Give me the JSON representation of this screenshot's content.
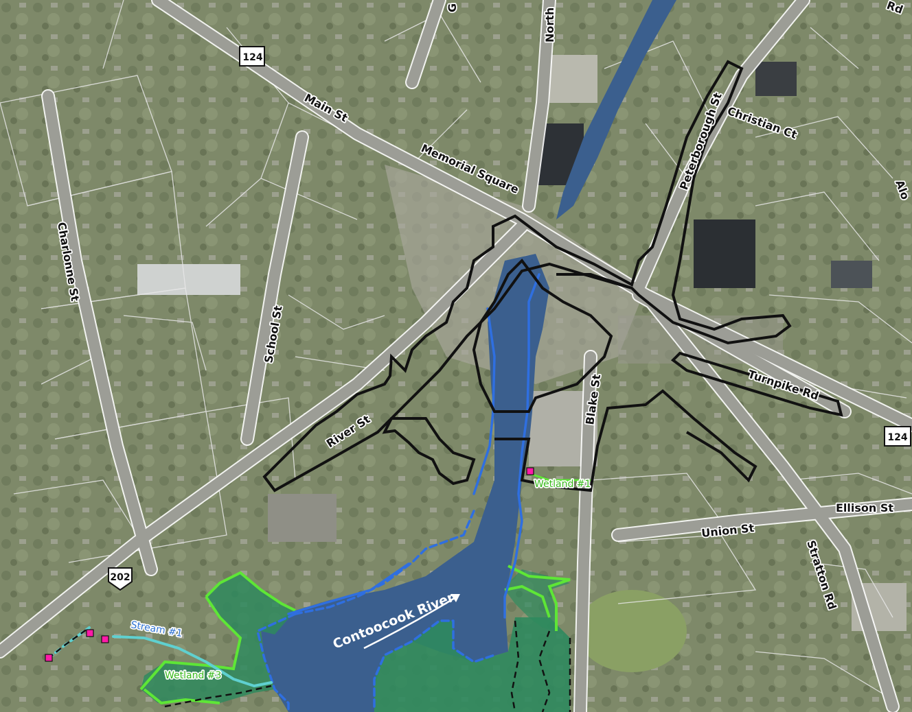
{
  "roads": {
    "main_st": "Main St",
    "memorial_square": "Memorial Square",
    "north": "North",
    "g_partial": "G",
    "rd_partial": "Rd",
    "peterborough_st": "Peterborough St",
    "christian_ct": "Christian Ct",
    "alo_partial": "Alo",
    "charlonne_st": "Charlonne St",
    "school_st": "School St",
    "river_st": "River St",
    "blake_st": "Blake St",
    "turnpike_rd": "Turnpike Rd",
    "ellison_st": "Ellison St",
    "union_st": "Union St",
    "stratton_rd": "Stratton Rd"
  },
  "route_shields": {
    "nw": "124",
    "east": "124",
    "sw": "202"
  },
  "features": {
    "river": "Contoocook River",
    "wetland_1": "Wetland #1",
    "wetland_3": "Wetland #3",
    "stream_1": "Stream #1"
  },
  "colors": {
    "aerial_base": "#7f8a6c",
    "water": "#3b5f8e",
    "stream_line": "#2f6fe0",
    "wetland_outline": "#5ee636",
    "wetland_fill": "#2f8a5e",
    "stream_1": "#5fd0d0",
    "project_boundary": "#111111",
    "road_outline": "#ffffff",
    "point_marker": "#ff1aa8"
  }
}
